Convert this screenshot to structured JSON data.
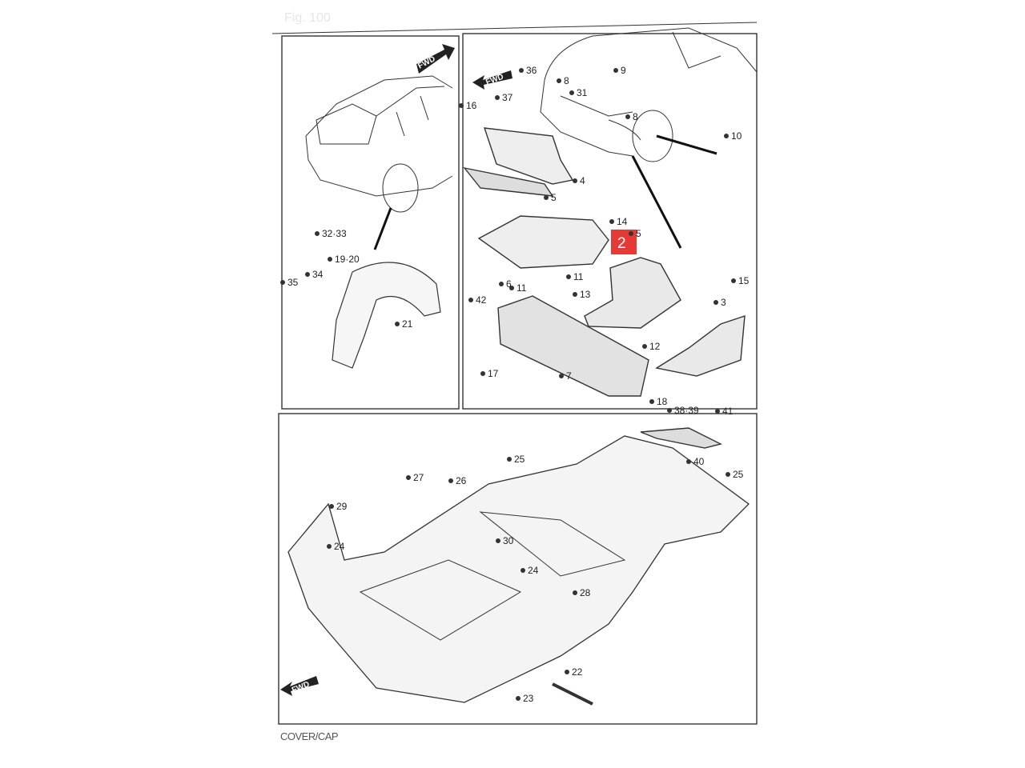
{
  "title_faint": "Fig. 100",
  "footer_text": "COVER/CAP",
  "highlight_color": "#e53935",
  "highlighted_part": "2",
  "fwd_label": "FWD",
  "panels": {
    "rear_wheel_area": [
      "32·33",
      "35",
      "34",
      "19·20",
      "21",
      "42"
    ],
    "front_under_area": [
      "36",
      "8",
      "9",
      "31",
      "37",
      "16",
      "8",
      "10",
      "4",
      "5",
      "14",
      "5",
      "11",
      "11",
      "6",
      "13",
      "15",
      "3",
      "12",
      "17",
      "7",
      "18"
    ],
    "floor_under_area": [
      "38·39",
      "41",
      "40",
      "25",
      "25",
      "26",
      "27",
      "29",
      "24",
      "30",
      "24",
      "28",
      "22",
      "23"
    ]
  }
}
